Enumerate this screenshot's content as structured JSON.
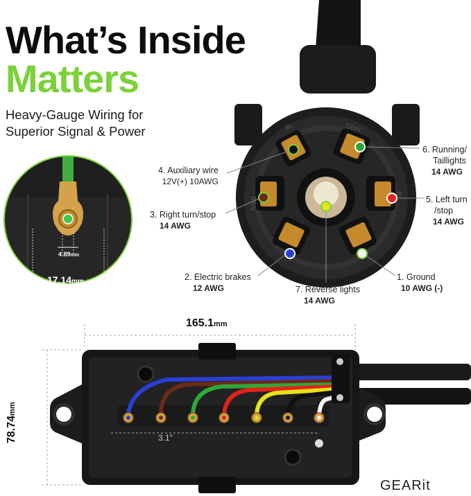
{
  "colors": {
    "accent_green": "#7bd13a",
    "wire_blue": "#2b3fd6",
    "wire_brown": "#6b2a1a",
    "wire_green": "#2fa83a",
    "wire_red": "#e2231a",
    "wire_yellow": "#e6e21b",
    "wire_black": "#111111",
    "wire_white": "#f2f2f2"
  },
  "headline": {
    "line1": "What’s Inside",
    "line2": "Matters"
  },
  "subtitle": {
    "line1": "Heavy-Gauge Wiring for",
    "line2": "Superior Signal & Power"
  },
  "socket_text": {
    "bl": "BL",
    "grn": "GRN",
    "brn": "BRN",
    "r": "R"
  },
  "inset": {
    "small_dim_value": "4.89",
    "small_dim_unit": "mm",
    "large_dim_value": "17.14",
    "large_dim_unit": "mm"
  },
  "pins": [
    {
      "label": "4. Auxiliary wire",
      "spec": "12V(+) 10AWG",
      "color": "black"
    },
    {
      "label": "3. Right turn/stop",
      "spec": "14 AWG",
      "color": "brown"
    },
    {
      "label": "2. Electric brakes",
      "spec": "12 AWG",
      "color": "blue"
    },
    {
      "label": "7. Reverse lights",
      "spec": "14 AWG",
      "color": "yellow"
    },
    {
      "label": "1. Ground",
      "spec": "10 AWG (-)",
      "color": "white"
    },
    {
      "label": "5. Left turn /stop",
      "label_line1": "5. Left turn",
      "label_line2": "/stop",
      "spec": "14 AWG",
      "color": "red"
    },
    {
      "label": "6. Running/ Taillights",
      "label_line1": "6. Running/",
      "label_line2": "Taillights",
      "spec": "14 AWG",
      "color": "green"
    }
  ],
  "junction_box": {
    "width_value": "165.1",
    "width_unit": "mm",
    "height_value": "78.74",
    "height_unit": "mm",
    "inner_measure": "3.1\""
  },
  "brand": "GEARit"
}
